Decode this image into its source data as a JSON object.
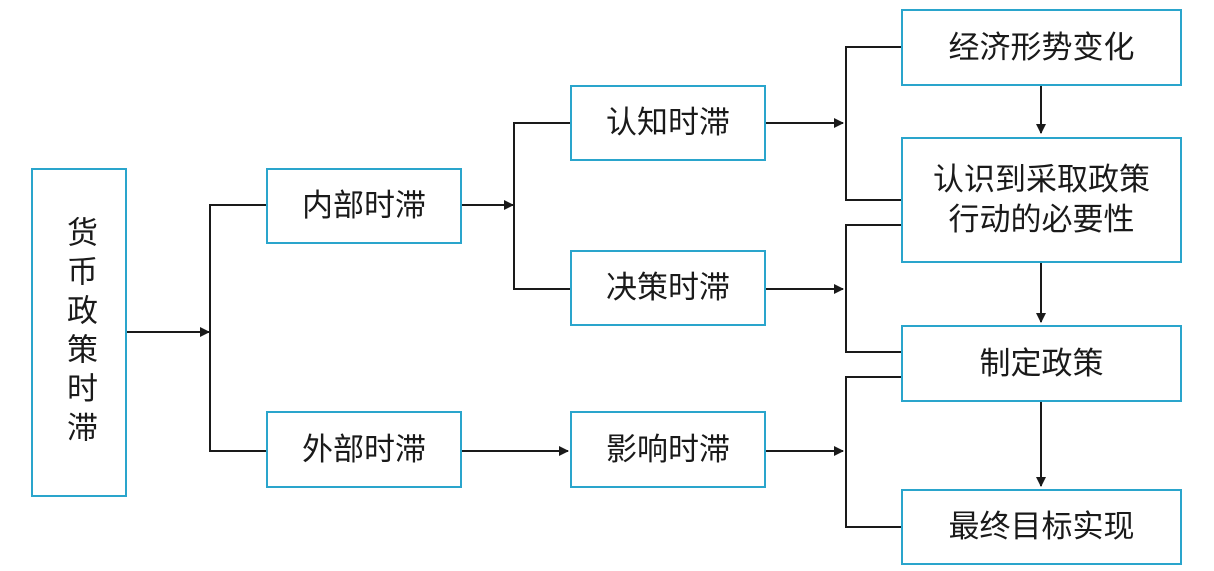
{
  "diagram": {
    "root": "货币政策时滞",
    "inner_lag": "内部时滞",
    "outer_lag": "外部时滞",
    "recognition_lag": "认知时滞",
    "decision_lag": "决策时滞",
    "impact_lag": "影响时滞",
    "economic_change": "经济形势变化",
    "recognize_need_line1": "认识到采取政策",
    "recognize_need_line2": "行动的必要性",
    "make_policy": "制定政策",
    "goal_achieved": "最终目标实现"
  },
  "colors": {
    "box_border": "#2aa5cc",
    "line": "#1a1a1a"
  }
}
